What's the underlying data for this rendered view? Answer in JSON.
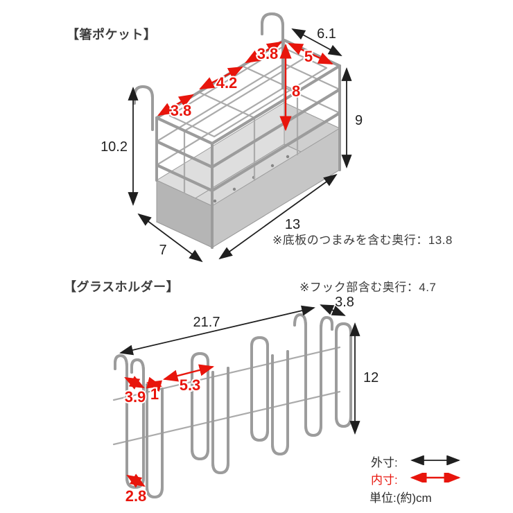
{
  "section1": {
    "title": "【箸ポケット】",
    "note": "※底板のつまみを含む奥行：13.8",
    "dims": {
      "top_edge_depth": "6.1",
      "inner_top_left_back": "3.8",
      "inner_top_right": "5",
      "inner_top_mid": "4.2",
      "inner_top_left_front": "3.8",
      "inner_height": "8",
      "outer_height_right": "9",
      "outer_height_left": "10.2",
      "bottom_front_width": "13",
      "bottom_side_depth": "7"
    }
  },
  "section2": {
    "title": "【グラスホルダー】",
    "note": "※フック部含む奥行：4.7",
    "dims": {
      "outer_width": "21.7",
      "outer_depth": "3.8",
      "outer_height": "12",
      "hook_span": "3.9",
      "hook_gap": "1",
      "slot_pitch": "5.3",
      "bottom_hook_width": "2.8"
    }
  },
  "legend": {
    "outer_label": "外寸:",
    "inner_label": "内寸:",
    "unit_label": "単位:(約)cm"
  },
  "colors": {
    "outer_dim_color": "#1f1f1f",
    "inner_dim_color": "#e8150c"
  }
}
